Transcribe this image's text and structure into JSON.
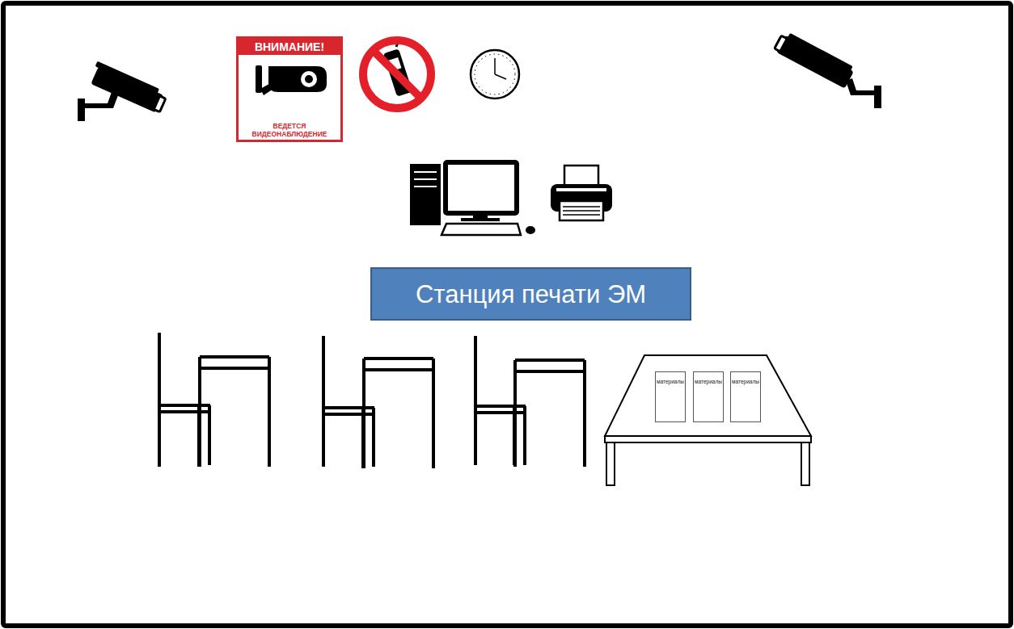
{
  "diagram": {
    "nodes": [
      {
        "text": [
          "ВНИМАНИЕ!",
          "ВЕДЕТСЯ ВИДЕОНАБЛЮДЕНИЕ"
        ]
      },
      {
        "text": [
          "Станция печати ЭМ"
        ]
      },
      {
        "text": [
          "материалы"
        ]
      },
      {
        "text": [
          "материалы"
        ]
      },
      {
        "text": [
          "материалы"
        ]
      }
    ]
  }
}
